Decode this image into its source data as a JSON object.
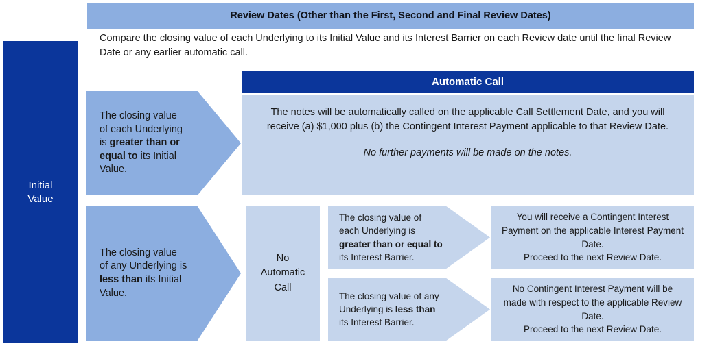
{
  "diagram": {
    "title": "Review Dates (Other than the First, Second and Final Review Dates)",
    "intro": "Compare the closing value of each Underlying to its Initial Value and its Interest Barrier on each Review date until the final Review Date or any earlier automatic call.",
    "initial_value_label": "Initial\nValue",
    "colors": {
      "dark_blue": "#0B369B",
      "medium_blue": "#8CAEE0",
      "light_blue": "#C5D5EC",
      "text": "#1a1a1a",
      "white": "#ffffff"
    }
  },
  "branch_above": {
    "condition_prefix": "The closing value of each Underlying is ",
    "condition_bold": "greater than or equal to",
    "condition_suffix": " its Initial Value.",
    "outcome_header": "Automatic Call",
    "outcome_body": "The notes will be automatically called on the applicable Call Settlement Date, and you will receive (a) $1,000 plus (b) the Contingent Interest Payment applicable to that Review Date.",
    "outcome_italic": "No further payments will be made on the notes."
  },
  "branch_below": {
    "condition_prefix": "The closing value of any Underlying is ",
    "condition_bold": "less than",
    "condition_suffix": " its Initial Value.",
    "no_call_label": "No\nAutomatic\nCall",
    "sub_branches": [
      {
        "condition_prefix": "The closing value of each Underlying is ",
        "condition_bold": "greater than or equal to",
        "condition_suffix": " its Interest Barrier.",
        "outcome": "You will receive a Contingent Interest Payment on the applicable Interest Payment Date.\nProceed to the next Review Date."
      },
      {
        "condition_prefix": "The closing value of any Underlying is ",
        "condition_bold": "less than",
        "condition_suffix": " its Interest Barrier.",
        "outcome": "No Contingent Interest Payment will be made with respect to the applicable Review Date.\nProceed to the next Review Date."
      }
    ]
  }
}
